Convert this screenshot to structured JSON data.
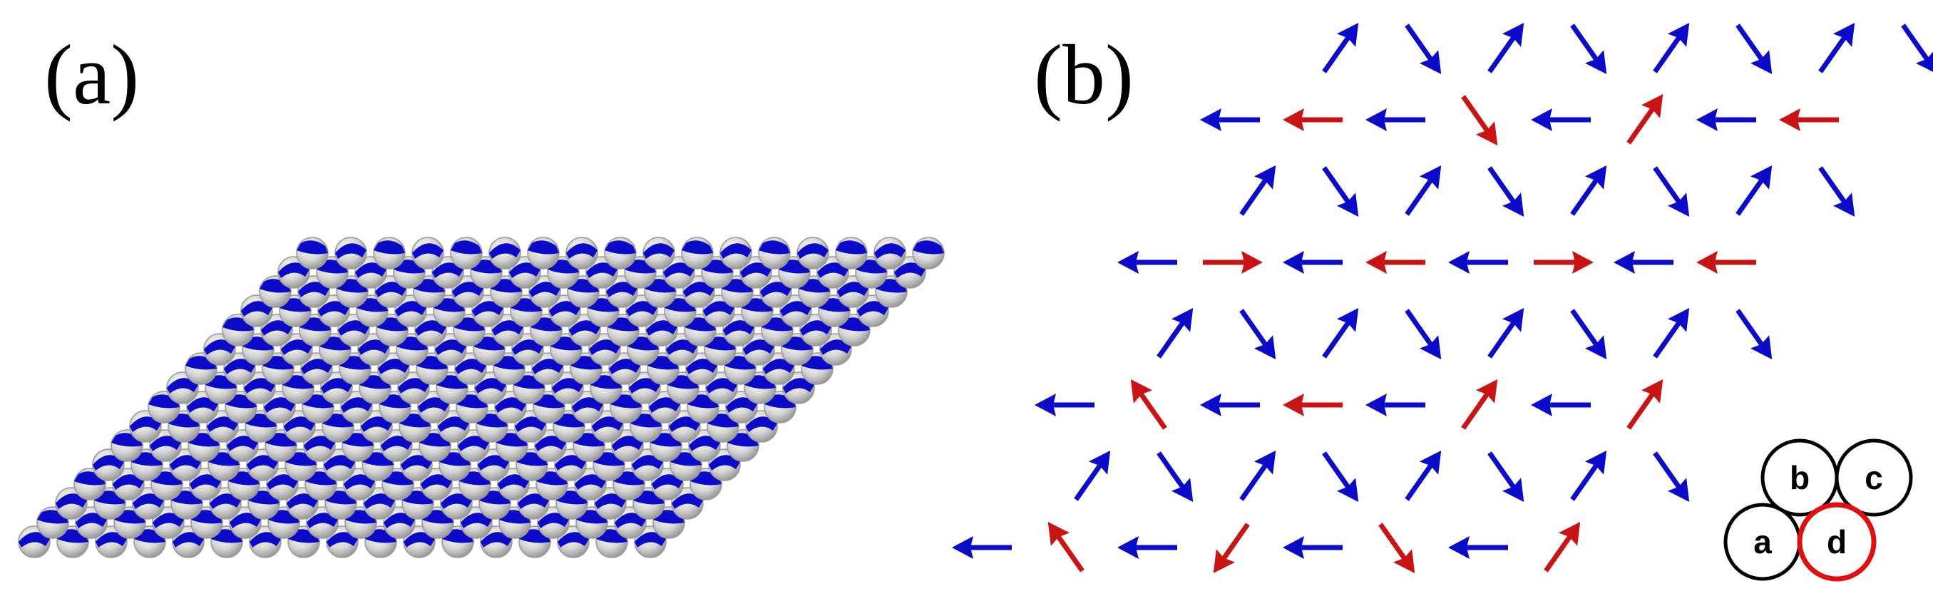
{
  "panels": {
    "a": {
      "label": "(a)"
    },
    "b": {
      "label": "(b)"
    }
  },
  "legend": {
    "sites": [
      "a",
      "b",
      "c",
      "d"
    ],
    "highlight_site": "d"
  },
  "colors": {
    "majority_spin": "#0a0ac8",
    "minority_spin": "#c81414",
    "sphere_fill": "#d4d4d4",
    "sphere_edge": "#9a9a9a",
    "ring_outline": "#000000",
    "ring_highlight": "#e01010"
  },
  "arrow_field": {
    "row_patterns": [
      [
        "ne",
        "se",
        "ne",
        "se",
        "ne",
        "se",
        "ne",
        "se"
      ],
      [
        "w",
        "w-red",
        "w",
        "se-red",
        "w",
        "ne-red",
        "w",
        "w-red"
      ],
      [
        "ne",
        "se",
        "ne",
        "se",
        "ne",
        "se",
        "ne",
        "se"
      ],
      [
        "w",
        "e-red",
        "w",
        "w-red",
        "w",
        "e-red",
        "w",
        "w-red"
      ],
      [
        "ne",
        "se",
        "ne",
        "se",
        "ne",
        "se",
        "ne",
        "se"
      ],
      [
        "w",
        "nw-red",
        "w",
        "w-red",
        "w",
        "ne-red",
        "w",
        "ne-red"
      ],
      [
        "ne",
        "se",
        "ne",
        "se",
        "ne",
        "se",
        "ne",
        "se"
      ],
      [
        "w",
        "nw-red",
        "w",
        "sw-red",
        "w",
        "se-red",
        "w",
        "ne-red"
      ]
    ]
  }
}
